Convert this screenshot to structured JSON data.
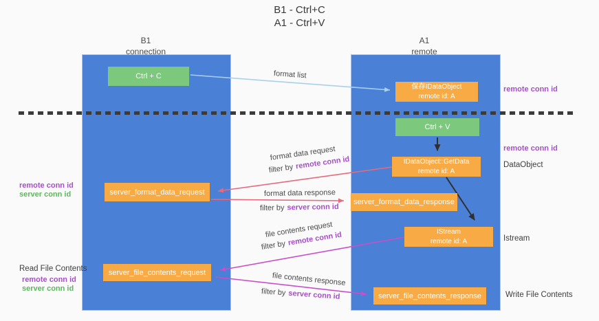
{
  "title": {
    "line1": "B1 - Ctrl+C",
    "line2": "A1 - Ctrl+V"
  },
  "lanes": {
    "left": {
      "name": "B1",
      "role": "connection"
    },
    "right": {
      "name": "A1",
      "role": "remote"
    }
  },
  "nodes": {
    "ctrl_c": {
      "label": "Ctrl + C"
    },
    "save_dataobject": {
      "line1": "保存IDataObject",
      "line2": "remote id: A"
    },
    "ctrl_v": {
      "label": "Ctrl + V"
    },
    "getdata": {
      "line1": "IDataObject::GetData",
      "line2": "remote id: A"
    },
    "server_format_data_request": {
      "label": "server_format_data_request"
    },
    "server_format_data_response": {
      "label": "server_format_data_response"
    },
    "istream": {
      "line1": "IStream",
      "line2": "remote id: A"
    },
    "server_file_contents_request": {
      "label": "server_file_contents_request"
    },
    "server_file_contents_response": {
      "label": "server_file_contents_response"
    }
  },
  "arrows": {
    "format_list": {
      "label": "format list"
    },
    "format_data_request": {
      "label": "format data request",
      "filter_prefix": "filter by",
      "filter_key": "remote conn id"
    },
    "format_data_response": {
      "label": "format data response",
      "filter_prefix": "filter by",
      "filter_key": "server conn id"
    },
    "file_contents_request": {
      "label": "file contents request",
      "filter_prefix": "filter by",
      "filter_key": "remote conn id"
    },
    "file_contents_response": {
      "label": "file contents response",
      "filter_prefix": "filter by",
      "filter_key": "server conn id"
    }
  },
  "annotations": {
    "right_top_remote_conn_id": "remote conn id",
    "right_mid_remote_conn_id": "remote conn id",
    "dataobject": "DataObject",
    "istream": "Istream",
    "write_file_contents": "Write File Contents",
    "left_mid_remote_conn_id": "remote conn id",
    "left_mid_server_conn_id": "server conn id",
    "read_file_contents": "Read File Contents",
    "left_bottom_remote_conn_id": "remote conn id",
    "left_bottom_server_conn_id": "server conn id"
  },
  "colors": {
    "lane_blue": "#4a80d5",
    "box_green": "#7cc97e",
    "box_orange": "#f8ab45",
    "arrow_lightblue": "#a8d0ee",
    "arrow_salmon": "#e8697d",
    "arrow_magenta": "#c94fc9",
    "arrow_black": "#2f2f2f",
    "text_purple": "#a64fc9",
    "text_green": "#5cb85c",
    "background": "#fafafa"
  }
}
